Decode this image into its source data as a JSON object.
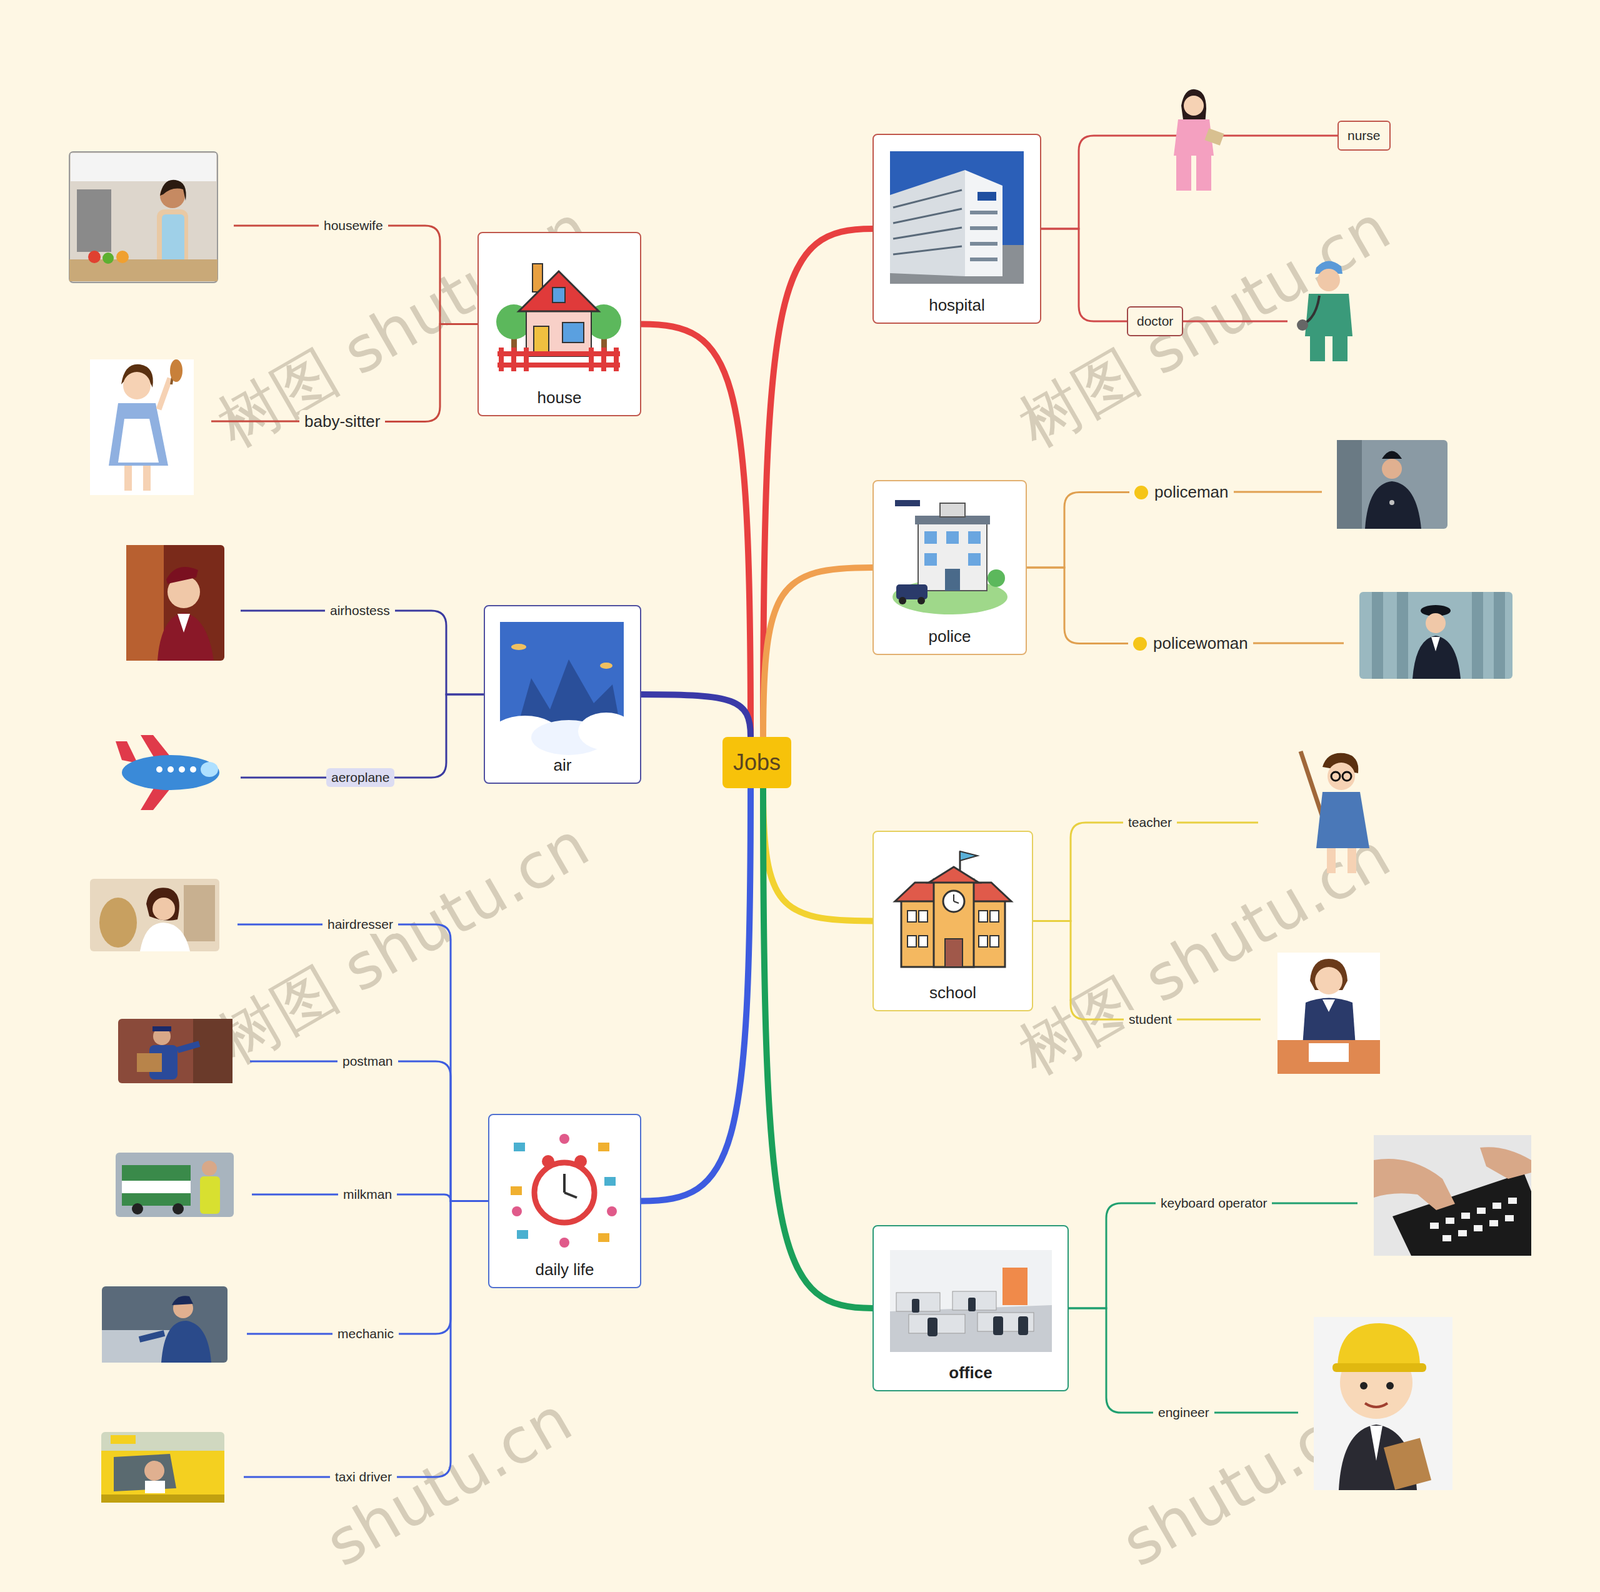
{
  "diagram": {
    "nodes": [
      {
        "text": [
          "Jobs"
        ]
      },
      {
        "text": [
          "hospital"
        ]
      },
      {
        "text": [
          "nurse"
        ]
      },
      {
        "text": [
          "doctor"
        ]
      },
      {
        "text": [
          "police"
        ]
      },
      {
        "text": [
          "policeman"
        ]
      },
      {
        "text": [
          "policewoman"
        ]
      },
      {
        "text": [
          "school"
        ]
      },
      {
        "text": [
          "teacher"
        ]
      },
      {
        "text": [
          "student"
        ]
      },
      {
        "text": [
          "office"
        ]
      },
      {
        "text": [
          "keyboard operator"
        ]
      },
      {
        "text": [
          "engineer"
        ]
      },
      {
        "text": [
          "house"
        ]
      },
      {
        "text": [
          "housewife"
        ]
      },
      {
        "text": [
          "baby-sitter"
        ]
      },
      {
        "text": [
          "air"
        ]
      },
      {
        "text": [
          "airhostess"
        ]
      },
      {
        "text": [
          "aeroplane"
        ]
      },
      {
        "text": [
          "daily life"
        ]
      },
      {
        "text": [
          "hairdresser"
        ]
      },
      {
        "text": [
          "postman"
        ]
      },
      {
        "text": [
          "milkman"
        ]
      },
      {
        "text": [
          "mechanic"
        ]
      },
      {
        "text": [
          "taxi driver"
        ]
      }
    ],
    "edges": [
      {
        "from": 0,
        "to": 1,
        "arrow": "none"
      },
      {
        "from": 0,
        "to": 4,
        "arrow": "none"
      },
      {
        "from": 0,
        "to": 7,
        "arrow": "none"
      },
      {
        "from": 0,
        "to": 10,
        "arrow": "none"
      },
      {
        "from": 0,
        "to": 13,
        "arrow": "none"
      },
      {
        "from": 0,
        "to": 16,
        "arrow": "none"
      },
      {
        "from": 0,
        "to": 19,
        "arrow": "none"
      },
      {
        "from": 1,
        "to": 2,
        "arrow": "none"
      },
      {
        "from": 1,
        "to": 3,
        "arrow": "none"
      },
      {
        "from": 4,
        "to": 5,
        "arrow": "none"
      },
      {
        "from": 4,
        "to": 6,
        "arrow": "none"
      },
      {
        "from": 7,
        "to": 8,
        "arrow": "none"
      },
      {
        "from": 7,
        "to": 9,
        "arrow": "none"
      },
      {
        "from": 10,
        "to": 11,
        "arrow": "none"
      },
      {
        "from": 10,
        "to": 12,
        "arrow": "none"
      },
      {
        "from": 13,
        "to": 14,
        "arrow": "none"
      },
      {
        "from": 13,
        "to": 15,
        "arrow": "none"
      },
      {
        "from": 16,
        "to": 17,
        "arrow": "none"
      },
      {
        "from": 16,
        "to": 18,
        "arrow": "none"
      },
      {
        "from": 19,
        "to": 20,
        "arrow": "none"
      },
      {
        "from": 19,
        "to": 21,
        "arrow": "none"
      },
      {
        "from": 19,
        "to": 22,
        "arrow": "none"
      },
      {
        "from": 19,
        "to": 23,
        "arrow": "none"
      },
      {
        "from": 19,
        "to": 24,
        "arrow": "none"
      }
    ],
    "labels": [
      "树图 shutu.cn",
      "树图 shutu.cn",
      "树图 shutu.cn",
      "树图 shutu.cn",
      "shutu.cn",
      "shutu.cn"
    ]
  }
}
